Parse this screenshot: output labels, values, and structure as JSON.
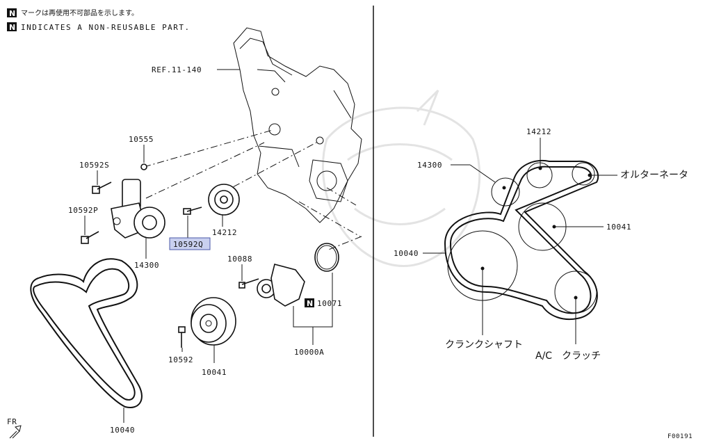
{
  "legend": {
    "badge": "N",
    "line_jp": "マークは再使用不可部品を示します。",
    "line_en": "INDICATES A NON-REUSABLE PART."
  },
  "left_callouts": {
    "ref": "REF.11-140",
    "p10555": "10555",
    "p10592S": "10592S",
    "p10592P": "10592P",
    "p14212": "14212",
    "p10592Q": "10592Q",
    "p14300": "14300",
    "p10088": "10088",
    "p10071": "10071",
    "p10071_badge": "N",
    "p10000A": "10000A",
    "p10592": "10592",
    "p10041": "10041",
    "p10040": "10040"
  },
  "right_callouts": {
    "p14212": "14212",
    "p14300": "14300",
    "alternator": "オルターネータ",
    "p10041": "10041",
    "p10040": "10040",
    "crankshaft": "クランクシャフト",
    "ac_clutch": "A/C　クラッチ"
  },
  "footer": {
    "fr": "FR",
    "code": "F00191"
  },
  "colors": {
    "highlight_fill": "#c9d0ef",
    "highlight_stroke": "#4b58a8"
  }
}
